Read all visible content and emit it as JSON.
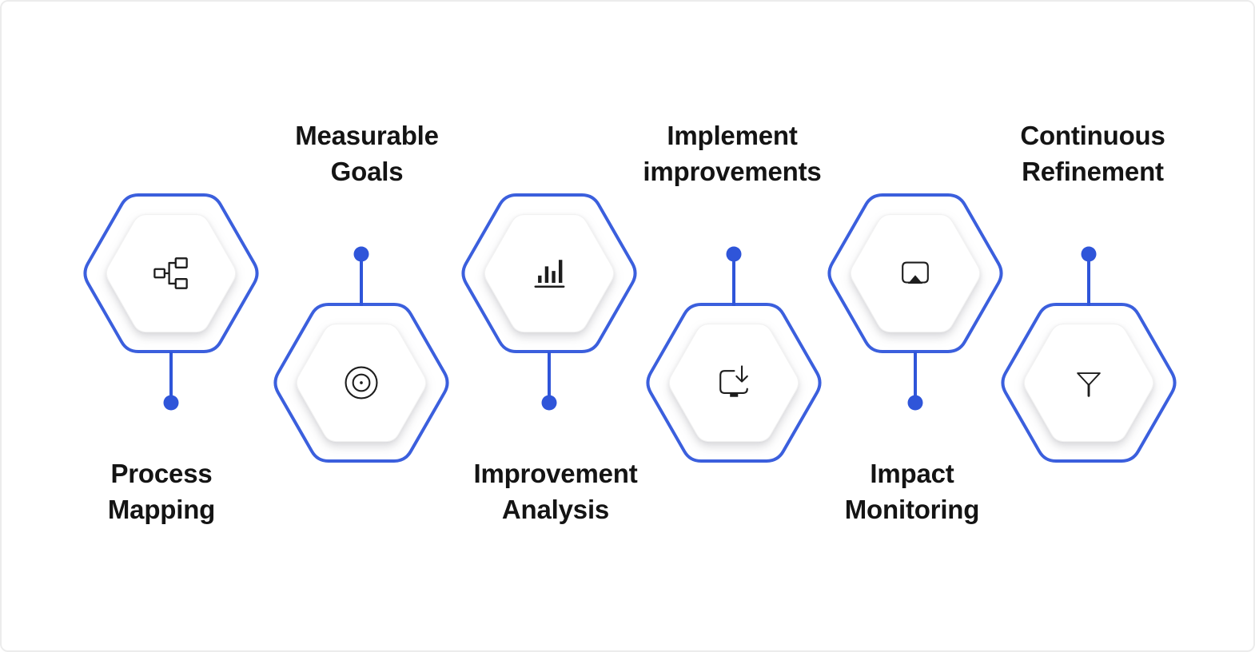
{
  "diagram": {
    "type": "hexagon-process-flow",
    "colors": {
      "accent": "#2F55D9",
      "hex_stroke": "#3B5FDD",
      "icon": "#1D1D1D",
      "text": "#141414",
      "background": "#FFFFFF"
    },
    "steps": [
      {
        "name": "Process Mapping",
        "lines": [
          "Process",
          "Mapping"
        ],
        "icon": "hierarchy-icon",
        "hex_position": "top",
        "label_position": "below"
      },
      {
        "name": "Measurable Goals",
        "lines": [
          "Measurable",
          "Goals"
        ],
        "icon": "target-icon",
        "hex_position": "bottom",
        "label_position": "above"
      },
      {
        "name": "Improvement Analysis",
        "lines": [
          "Improvement",
          "Analysis"
        ],
        "icon": "bar-chart-icon",
        "hex_position": "top",
        "label_position": "below"
      },
      {
        "name": "Implement improvements",
        "lines": [
          "Implement",
          "improvements"
        ],
        "icon": "monitor-download-icon",
        "hex_position": "bottom",
        "label_position": "above"
      },
      {
        "name": "Impact Monitoring",
        "lines": [
          "Impact",
          "Monitoring"
        ],
        "icon": "screen-share-icon",
        "hex_position": "top",
        "label_position": "below"
      },
      {
        "name": "Continuous Refinement",
        "lines": [
          "Continuous",
          "Refinement"
        ],
        "icon": "funnel-icon",
        "hex_position": "bottom",
        "label_position": "above"
      }
    ]
  }
}
